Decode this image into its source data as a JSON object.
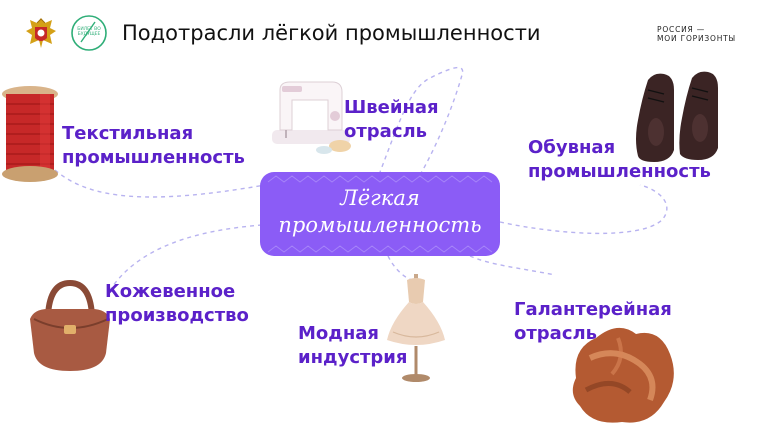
{
  "header": {
    "title": "Подотрасли лёгкой промышленности",
    "bilet_logo_text": [
      "БИЛЕТ ВО",
      "БУДУЩЕЕ"
    ],
    "brand_lines": [
      "РОССИЯ —",
      "МОИ ГОРИЗОНТЫ"
    ]
  },
  "center": {
    "lines": [
      "Лёгкая",
      "промышленность"
    ]
  },
  "branches": {
    "textile": [
      "Текстильная",
      "промышленность"
    ],
    "sewing": [
      "Швейная",
      "отрасль"
    ],
    "footwear": [
      "Обувная",
      "промышленность"
    ],
    "leather": [
      "Кожевенное",
      "производство"
    ],
    "fashion": [
      "Модная",
      "индустрия"
    ],
    "haberdashery": [
      "Галантерейная",
      "отрасль"
    ]
  },
  "colors": {
    "accent": "#8b5cf6",
    "label": "#5b21c9",
    "dashed_line": "#b8b3f0"
  },
  "icons": [
    "emblem-icon",
    "bilet-logo-icon",
    "thread-spool-icon",
    "sewing-machine-icon",
    "shoes-icon",
    "handbag-icon",
    "dress-mannequin-icon",
    "silk-fabric-icon"
  ]
}
